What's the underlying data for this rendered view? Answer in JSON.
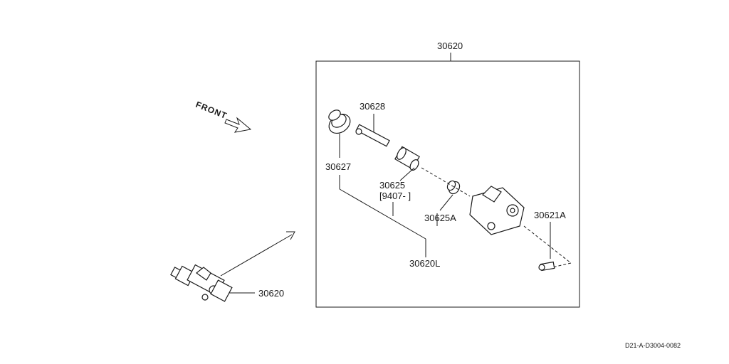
{
  "diagram": {
    "labels": {
      "main_assembly": "30620",
      "overview_assembly": "30620",
      "boot": "30627",
      "push_rod": "30628",
      "piston_kit": "30625",
      "piston_kit_date": "[9407-      ]",
      "spring": "30625A",
      "repair_kit": "30620L",
      "bleeder_screw": "30621A",
      "front": "FRONT"
    },
    "code": "D21-A-D3004-0082"
  }
}
